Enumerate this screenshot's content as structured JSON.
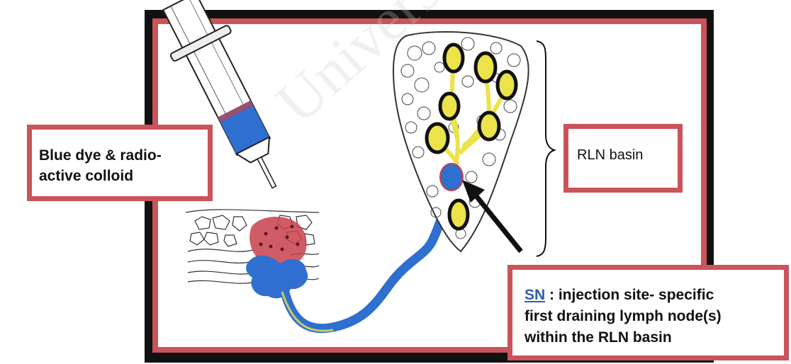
{
  "watermark": "University of",
  "labels": {
    "dye_line1": "Blue dye & radio-",
    "dye_line2": "active colloid",
    "rln": "RLN basin",
    "sn_abbr": "SN",
    "sn_rest1": " : injection site- specific",
    "sn_line2": "first draining lymph node(s)",
    "sn_line3": "within the RLN basin"
  },
  "colors": {
    "outer_frame": "#111111",
    "inner_frame": "#c9545a",
    "dye_blue": "#2f6fd0",
    "node_yellow": "#ece24a",
    "tumor_red": "#c8404a"
  }
}
